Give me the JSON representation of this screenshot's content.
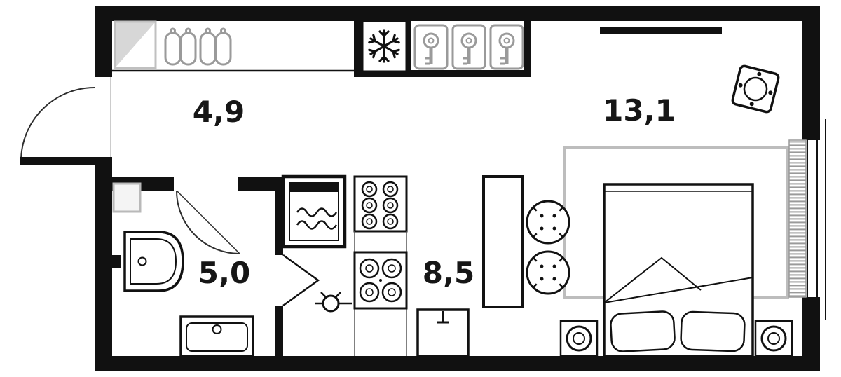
{
  "rooms": [
    {
      "id": "hallway",
      "area": "4,9"
    },
    {
      "id": "bedroom",
      "area": "13,1"
    },
    {
      "id": "bathroom",
      "area": "5,0"
    },
    {
      "id": "kitchen",
      "area": "8,5"
    }
  ],
  "icons": {
    "snowflake": "fridge-freezer symbol",
    "keys": "three key symbols on storage rack",
    "hangers": "four clothes hangers in entry closet",
    "mirror_cabinet": "square with diagonal (entry cabinet)",
    "oven": "oven with heat waves",
    "pantry": "stacked jars grid",
    "cooktop": "four-burner hob",
    "faucet": "tap symbol",
    "sink": "kitchen sink unit with tap",
    "bathtub": "bathtub with rounded end",
    "washing_machine": "washing machine under bathroom wall",
    "door_arc": "door swing arcs at entrance and bathroom",
    "door_swing_triangle": "V-shaped door swing between bathroom and kitchen",
    "plant": "potted plant in bedroom corner",
    "poufs": "two round poufs beside bed",
    "radiator": "hatched radiator strip at window",
    "shelf": "wall shelf bar above bedroom"
  },
  "colors": {
    "wall": "#111111",
    "fixture_gray": "#9a9a9a",
    "light_gray": "#c9c9c9",
    "rug_gray": "#bdbdbd",
    "background": "#ffffff"
  }
}
